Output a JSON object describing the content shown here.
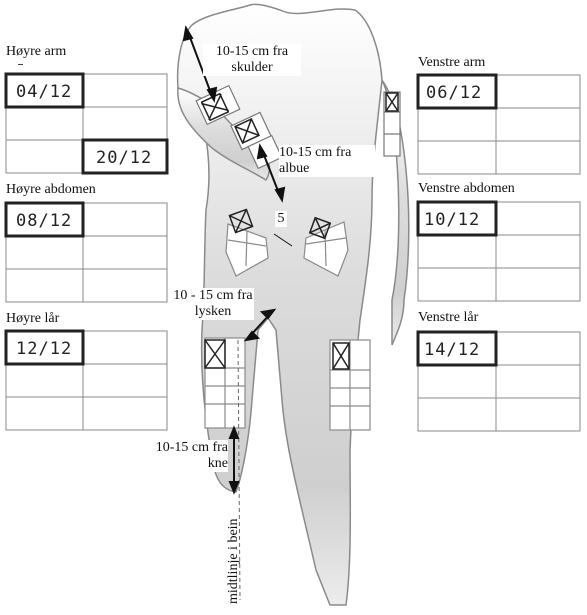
{
  "labels": {
    "right_arm": "Høyre arm",
    "left_arm": "Venstre arm",
    "right_abdomen": "Høyre abdomen",
    "left_abdomen": "Venstre abdomen",
    "right_thigh": "Høyre lår",
    "left_thigh": "Venstre lår"
  },
  "dates": {
    "right_arm_1": "04/12",
    "right_arm_2": "20/12",
    "left_arm_1": "06/12",
    "right_abdomen_1": "08/12",
    "left_abdomen_1": "10/12",
    "right_thigh_1": "12/12",
    "left_thigh_1": "14/12"
  },
  "annotations": {
    "shoulder": "10-15 cm fra skulder",
    "elbow": "10-15 cm fra albue",
    "navel": "5",
    "groin": "10 - 15 cm fra lysken",
    "knee": "10-15 cm fra kne",
    "midline": "midtlinje i bein"
  },
  "colors": {
    "grid": "#9a9a9a",
    "highlight": "#222222",
    "body_outline": "#8a8a8a"
  }
}
